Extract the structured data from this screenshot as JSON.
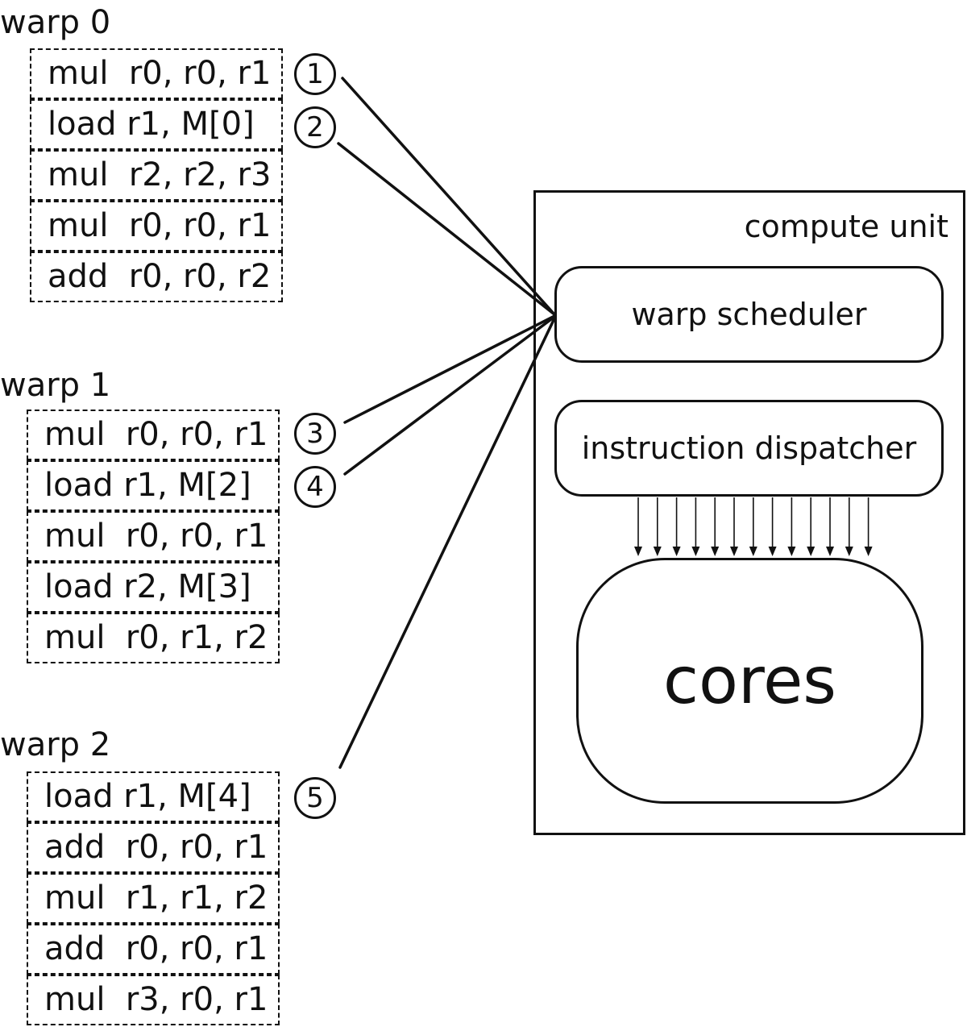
{
  "warps": [
    {
      "title": "warp 0",
      "instructions": [
        "mul  r0, r0, r1",
        "load r1, M[0]",
        "mul  r2, r2, r3",
        "mul  r0, r0, r1",
        "add  r0, r0, r2"
      ]
    },
    {
      "title": "warp 1",
      "instructions": [
        "mul  r0, r0, r1",
        "load r1, M[2]",
        "mul  r0, r0, r1",
        "load r2, M[3]",
        "mul  r0, r1, r2"
      ]
    },
    {
      "title": "warp 2",
      "instructions": [
        "load r1, M[4]",
        "add  r0, r0, r1",
        "mul  r1, r1, r2",
        "add  r0, r0, r1",
        "mul  r3, r0, r1"
      ]
    }
  ],
  "order_badges": [
    "1",
    "2",
    "3",
    "4",
    "5"
  ],
  "compute_unit": {
    "title": "compute unit",
    "scheduler": "warp scheduler",
    "dispatcher": "instruction dispatcher",
    "cores": "cores"
  },
  "colors": {
    "line": "#111111",
    "background": "#ffffff"
  }
}
